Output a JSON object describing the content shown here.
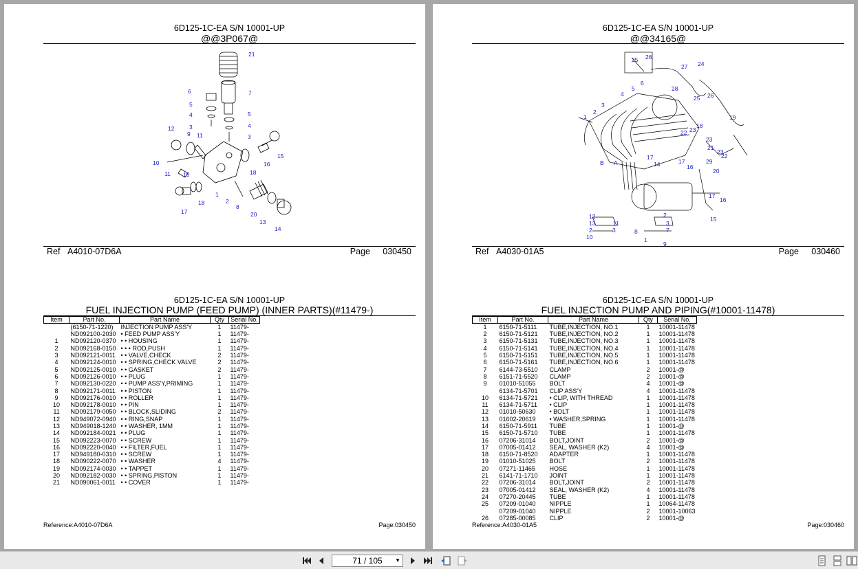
{
  "left_page": {
    "model": "6D125-1C-EA S/N 10001-UP",
    "code": "@@3P067@",
    "ref_label": "Ref",
    "ref_value": "A4010-07D6A",
    "page_label": "Page",
    "page_value": "030450",
    "section_model": "6D125-1C-EA S/N 10001-UP",
    "section_title": "FUEL INJECTION PUMP (FEED PUMP) (INNER PARTS)(#11479-)",
    "columns": [
      "Item",
      "Part No.",
      "Part Name",
      "Qty",
      "Serial No."
    ],
    "rows": [
      [
        "",
        "(6150-71-1220)",
        "INJECTION PUMP ASS'Y",
        "1",
        "11479-"
      ],
      [
        "",
        "ND092100-2030",
        "• FEED PUMP ASS'Y",
        "1",
        "11479-"
      ],
      [
        "1",
        "ND092120-0370",
        "• • HOUSING",
        "1",
        "11479-"
      ],
      [
        "2",
        "ND092168-0150",
        "• • • ROD,PUSH",
        "1",
        "11479-"
      ],
      [
        "3",
        "ND092121-0011",
        "• • VALVE,CHECK",
        "2",
        "11479-"
      ],
      [
        "4",
        "ND092124-0010",
        "• • SPRING,CHECK VALVE",
        "2",
        "11479-"
      ],
      [
        "5",
        "ND092125-0010",
        "• • GASKET",
        "2",
        "11479-"
      ],
      [
        "6",
        "ND092126-0010",
        "• • PLUG",
        "1",
        "11479-"
      ],
      [
        "7",
        "ND092130-0220",
        "• • PUMP ASS'Y,PRIMING",
        "1",
        "11479-"
      ],
      [
        "8",
        "ND092171-0011",
        "• • PISTON",
        "1",
        "11479-"
      ],
      [
        "9",
        "ND092176-0010",
        "• • ROLLER",
        "1",
        "11479-"
      ],
      [
        "10",
        "ND092178-0010",
        "• • PIN",
        "1",
        "11479-"
      ],
      [
        "11",
        "ND092179-0050",
        "• • BLOCK,SLIDING",
        "2",
        "11479-"
      ],
      [
        "12",
        "ND949072-0940",
        "• • RING,SNAP",
        "1",
        "11479-"
      ],
      [
        "13",
        "ND949018-1240",
        "• • WASHER, 1MM",
        "1",
        "11479-"
      ],
      [
        "14",
        "ND092184-0021",
        "• • PLUG",
        "1",
        "11479-"
      ],
      [
        "15",
        "ND092223-0070",
        "• • SCREW",
        "1",
        "11479-"
      ],
      [
        "16",
        "ND092220-0040",
        "• • FILTER,FUEL",
        "1",
        "11479-"
      ],
      [
        "17",
        "ND949180-0310",
        "• • SCREW",
        "1",
        "11479-"
      ],
      [
        "18",
        "ND090222-0070",
        "• • WASHER",
        "4",
        "11479-"
      ],
      [
        "19",
        "ND092174-0030",
        "• • TAPPET",
        "1",
        "11479-"
      ],
      [
        "20",
        "ND092182-0030",
        "• • SPRING,PISTON",
        "1",
        "11479-"
      ],
      [
        "21",
        "ND090061-0011",
        "• • COVER",
        "1",
        "11479-"
      ]
    ],
    "footer_left": "Reference:A4010-07D6A",
    "footer_right": "Page:030450"
  },
  "right_page": {
    "model": "6D125-1C-EA S/N 10001-UP",
    "code": "@@34165@",
    "ref_label": "Ref",
    "ref_value": "A4030-01A5",
    "page_label": "Page",
    "page_value": "030460",
    "section_model": "6D125-1C-EA S/N 10001-UP",
    "section_title": "FUEL INJECTION PUMP AND PIPING(#10001-11478)",
    "columns": [
      "Item",
      "Part No.",
      "Part Name",
      "Qty",
      "Serial No."
    ],
    "rows": [
      [
        "1",
        "6150-71-5111",
        "TUBE,INJECTION, NO.1",
        "1",
        "10001-11478"
      ],
      [
        "2",
        "6150-71-5121",
        "TUBE,INJECTION, NO.2",
        "1",
        "10001-11478"
      ],
      [
        "3",
        "6150-71-5131",
        "TUBE,INJECTION, NO.3",
        "1",
        "10001-11478"
      ],
      [
        "4",
        "6150-71-5141",
        "TUBE,INJECTION, NO.4",
        "1",
        "10001-11478"
      ],
      [
        "5",
        "6150-71-5151",
        "TUBE,INJECTION, NO.5",
        "1",
        "10001-11478"
      ],
      [
        "6",
        "6150-71-5161",
        "TUBE,INJECTION, NO.6",
        "1",
        "10001-11478"
      ],
      [
        "7",
        "6144-73-5510",
        "CLAMP",
        "2",
        "10001-@"
      ],
      [
        "8",
        "6151-71-5520",
        "CLAMP",
        "2",
        "10001-@"
      ],
      [
        "9",
        "01010-51055",
        "BOLT",
        "4",
        "10001-@"
      ],
      [
        "",
        "6134-71-5701",
        "CLIP ASS'Y",
        "4",
        "10001-11478"
      ],
      [
        "10",
        "6134-71-5721",
        "• CLIP, WITH THREAD",
        "1",
        "10001-11478"
      ],
      [
        "11",
        "6134-71-5711",
        "• CLIP",
        "1",
        "10001-11478"
      ],
      [
        "12",
        "01010-50630",
        "• BOLT",
        "1",
        "10001-11478"
      ],
      [
        "13",
        "01602-20619",
        "• WASHER,SPRING",
        "1",
        "10001-11478"
      ],
      [
        "14",
        "6150-71-5911",
        "TUBE",
        "1",
        "10001-@"
      ],
      [
        "15",
        "6150-71-5710",
        "TUBE",
        "1",
        "10001-11478"
      ],
      [
        "16",
        "07206-31014",
        "BOLT,JOINT",
        "2",
        "10001-@"
      ],
      [
        "17",
        "07005-01412",
        "SEAL, WASHER (K2)",
        "4",
        "10001-@"
      ],
      [
        "18",
        "6150-71-8520",
        "ADAPTER",
        "1",
        "10001-11478"
      ],
      [
        "19",
        "01010-51025",
        "BOLT",
        "2",
        "10001-11478"
      ],
      [
        "20",
        "07271-11465",
        "HOSE",
        "1",
        "10001-11478"
      ],
      [
        "21",
        "6141-71-1710",
        "JOINT",
        "1",
        "10001-11478"
      ],
      [
        "22",
        "07206-31014",
        "BOLT,JOINT",
        "2",
        "10001-11478"
      ],
      [
        "23",
        "07005-01412",
        "SEAL, WASHER (K2)",
        "4",
        "10001-11478"
      ],
      [
        "24",
        "07270-20445",
        "TUBE",
        "1",
        "10001-11478"
      ],
      [
        "25",
        "07209-01040",
        "NIPPLE",
        "1",
        "10064-11478"
      ],
      [
        "",
        "07209-01040",
        "NIPPLE",
        "2",
        "10001-10063"
      ],
      [
        "26",
        "07285-00085",
        "CLIP",
        "2",
        "10001-@"
      ]
    ],
    "footer_left": "Reference:A4030-01A5",
    "footer_right": "Page:030460"
  },
  "toolbar": {
    "page_indicator": "71 / 105",
    "first_icon": "first-page-icon",
    "prev_icon": "previous-page-icon",
    "next_icon": "next-page-icon",
    "last_icon": "last-page-icon"
  }
}
